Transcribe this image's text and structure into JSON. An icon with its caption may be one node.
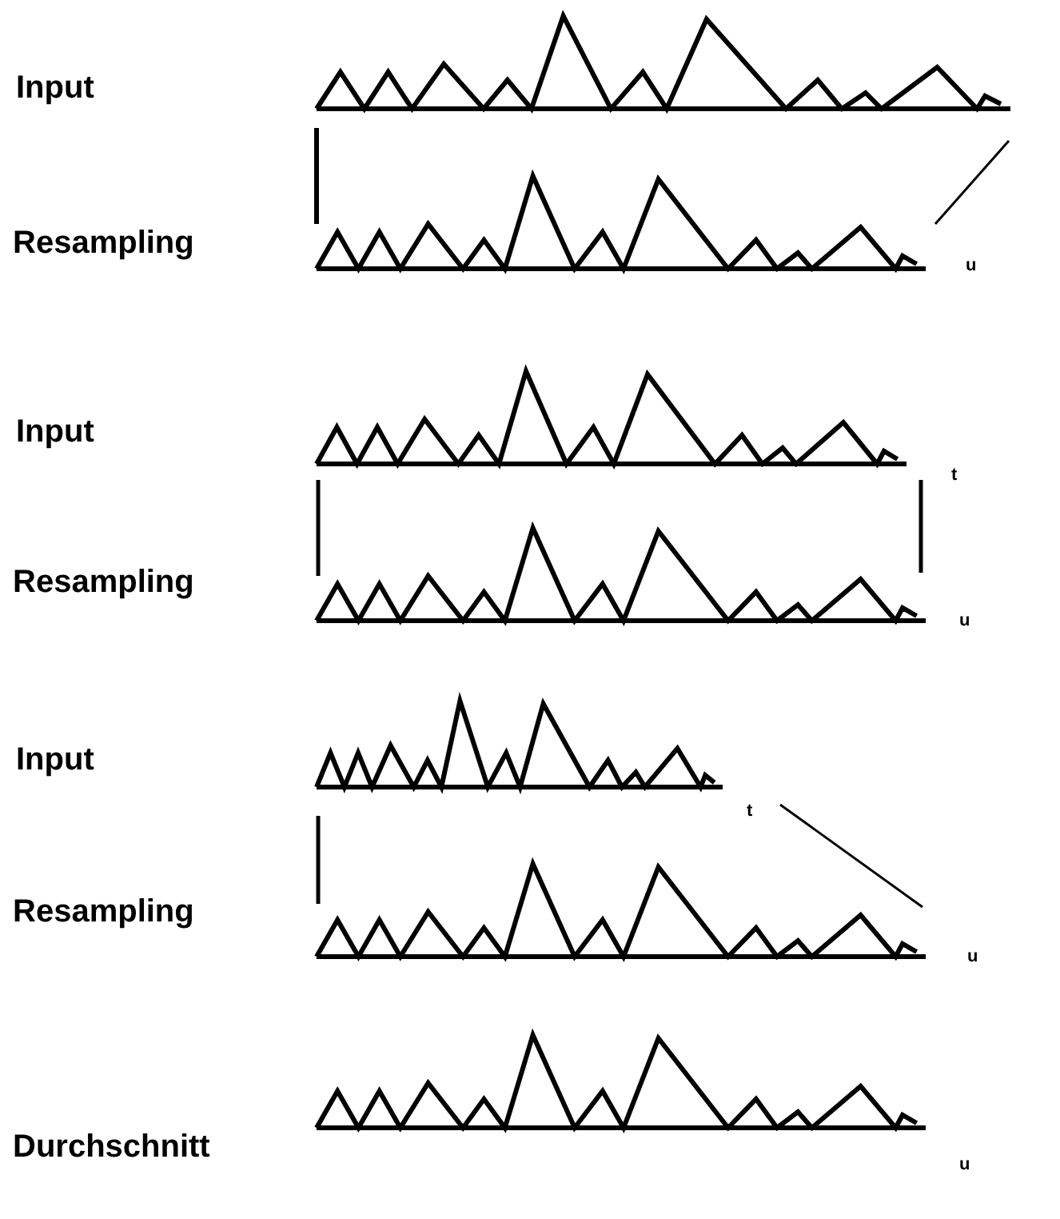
{
  "diagram": {
    "labels": [
      "Input",
      "Resampling",
      "u",
      "Input",
      "t",
      "Resampling",
      "u",
      "Input",
      "t",
      "Resampling",
      "u",
      "Durchschnitt",
      "u"
    ]
  }
}
